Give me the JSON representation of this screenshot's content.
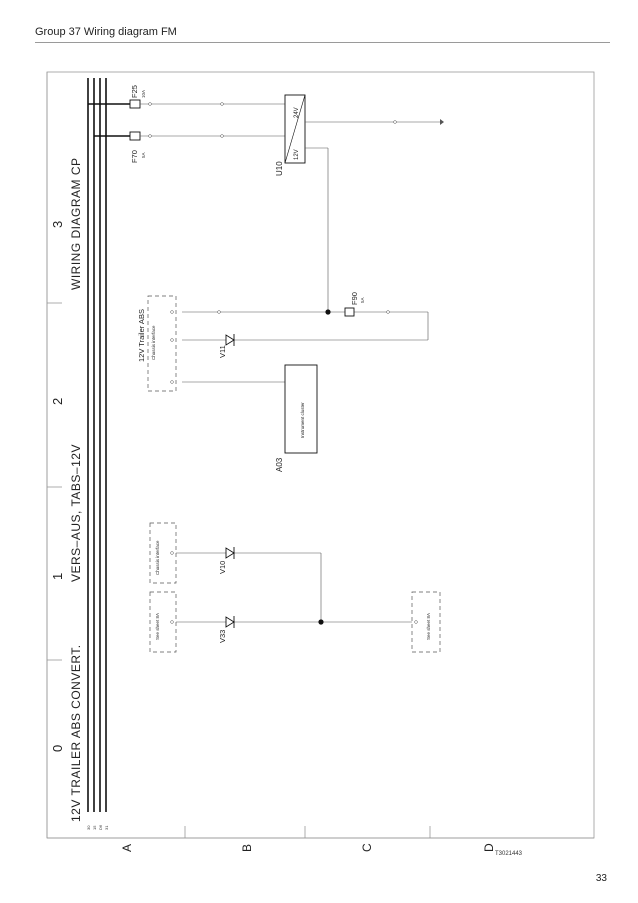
{
  "header": {
    "title": "Group 37 Wiring diagram FM"
  },
  "diagram": {
    "title_main": "WIRING DIAGRAM CP",
    "title_variant": "VERS–AUS, TABS–12V",
    "title_sub": "12V TRAILER ABS CONVERT.",
    "columns": [
      "0",
      "1",
      "2",
      "3"
    ],
    "rows": [
      "A",
      "B",
      "C",
      "D"
    ],
    "bus_labels": [
      "30",
      "15",
      "D6",
      "31"
    ],
    "fuses": [
      {
        "id": "F25",
        "rating": "10A"
      },
      {
        "id": "F70",
        "rating": "5A"
      },
      {
        "id": "F90",
        "rating": "5A"
      }
    ],
    "converter": {
      "id": "U10",
      "label_24": "24V",
      "label_12": "12V"
    },
    "diodes": [
      "V11",
      "V10",
      "V33"
    ],
    "cluster": {
      "id": "A03",
      "label": "Instrument cluster"
    },
    "trailer_abs": {
      "title": "12V Trailer ABS",
      "sub": "Chassis interface"
    },
    "chassis_interface": "Chassis interface",
    "see_sheet_1": "See sheet 8A",
    "see_sheet_2": "See sheet 8A"
  },
  "footer": {
    "doc_id": "T3021443",
    "page_number": "33"
  }
}
